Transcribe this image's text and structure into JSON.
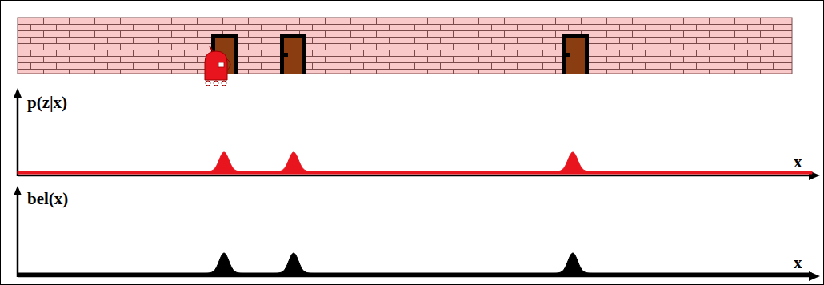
{
  "diagram": {
    "labels": [
      "p(z|x)",
      "x",
      "bel(x)",
      "x"
    ]
  }
}
